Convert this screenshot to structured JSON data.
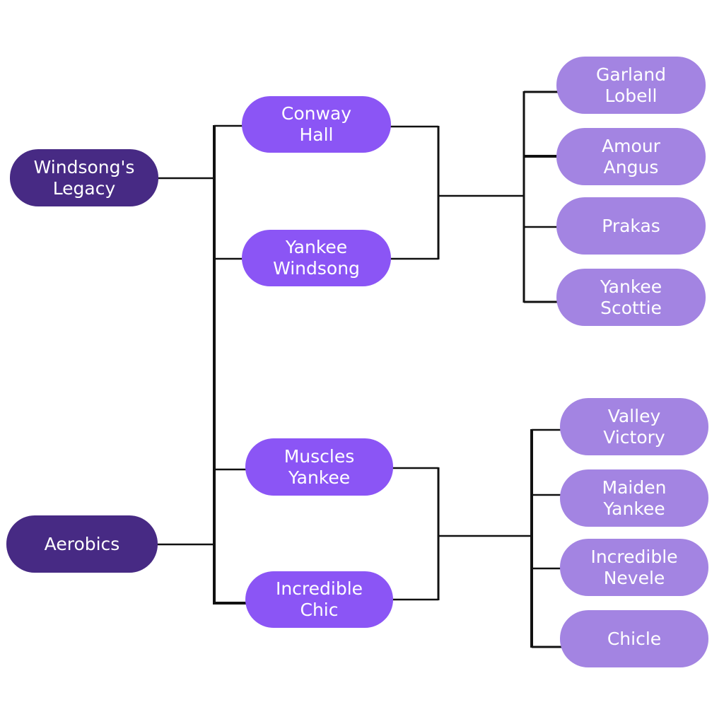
{
  "diagram": {
    "type": "pedigree-tree",
    "colors": {
      "root": "#472a84",
      "middle": "#8b55f5",
      "leaf": "#a384e2",
      "line": "#111111",
      "text": "#ffffff"
    },
    "roots": [
      {
        "label": "Windsong's\nLegacy"
      },
      {
        "label": "Aerobics"
      }
    ],
    "middle": [
      {
        "label": "Conway\nHall"
      },
      {
        "label": "Yankee\nWindsong"
      },
      {
        "label": "Muscles\nYankee"
      },
      {
        "label": "Incredible\nChic"
      }
    ],
    "leaves_top": [
      {
        "label": "Garland\nLobell"
      },
      {
        "label": "Amour\nAngus"
      },
      {
        "label": "Prakas"
      },
      {
        "label": "Yankee\nScottie"
      }
    ],
    "leaves_bottom": [
      {
        "label": "Valley\nVictory"
      },
      {
        "label": "Maiden\nYankee"
      },
      {
        "label": "Incredible\nNevele"
      },
      {
        "label": "Chicle"
      }
    ]
  }
}
